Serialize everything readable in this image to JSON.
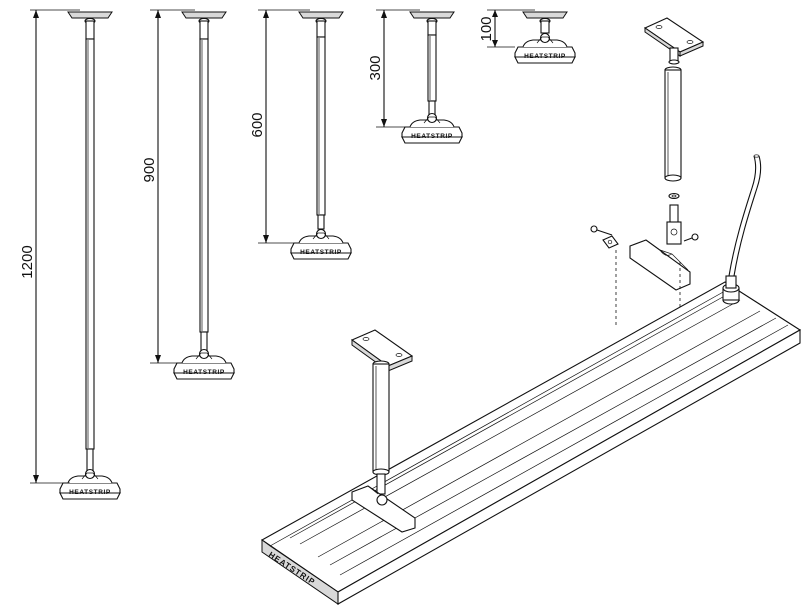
{
  "brand": "HEATSTRIP",
  "drops": [
    {
      "label": "1200"
    },
    {
      "label": "900"
    },
    {
      "label": "600"
    },
    {
      "label": "300"
    },
    {
      "label": "100"
    }
  ]
}
